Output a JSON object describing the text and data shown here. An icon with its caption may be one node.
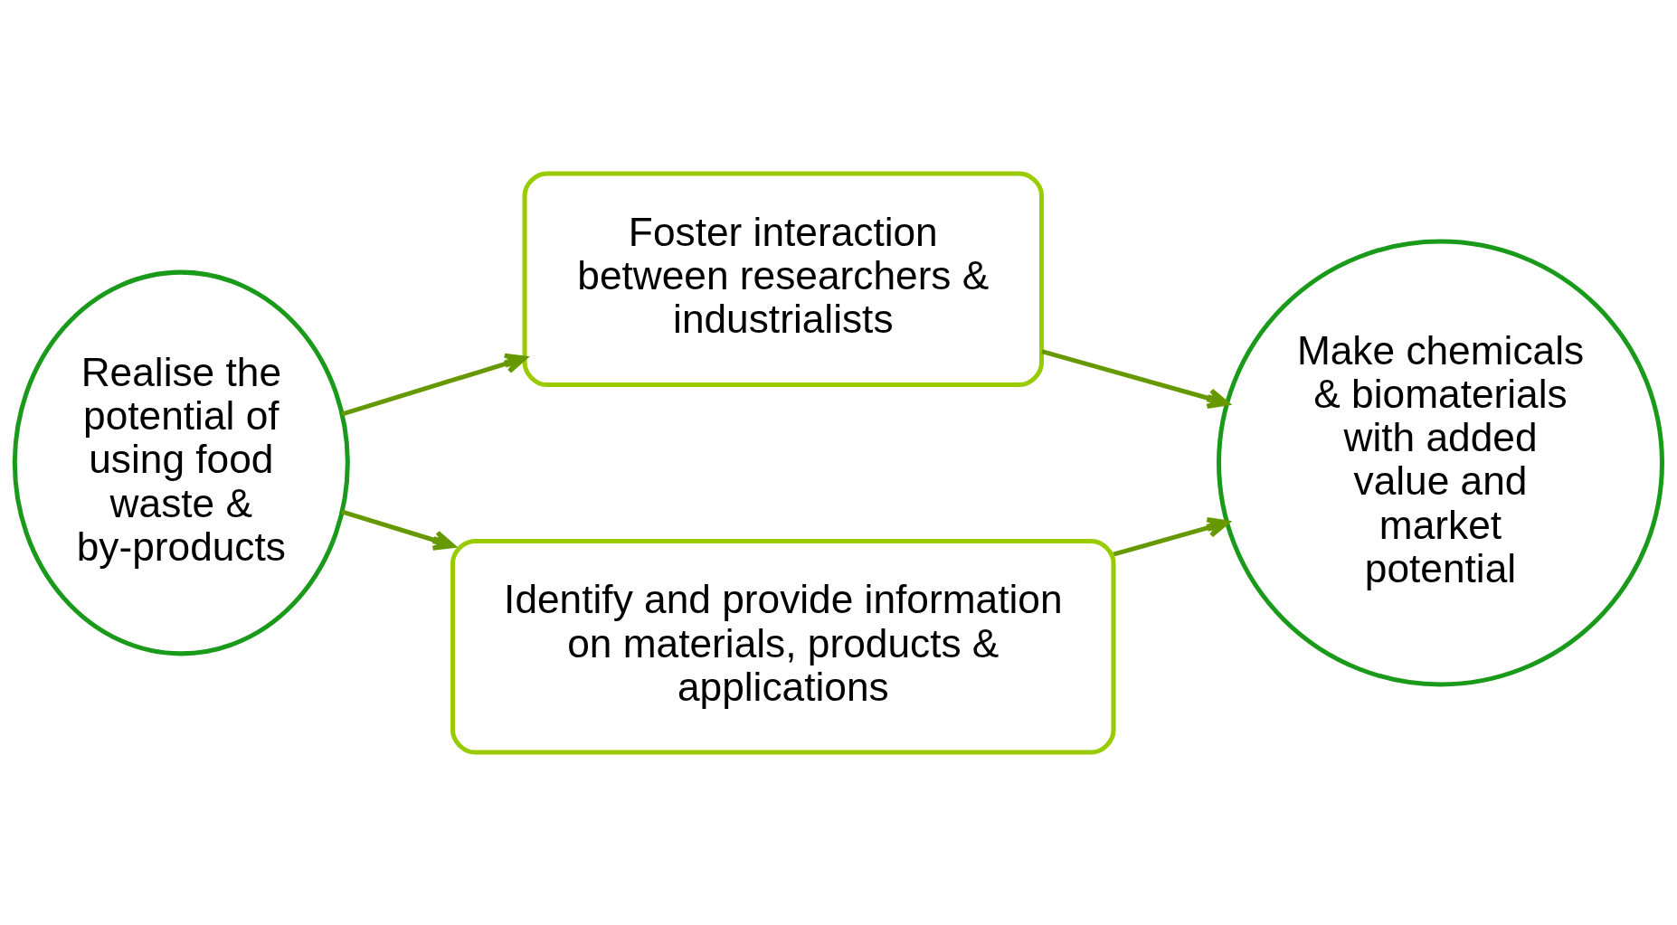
{
  "diagram": {
    "nodes": [
      {
        "text": [
          "Realise the potential of using food waste & by-products"
        ]
      },
      {
        "text": [
          "Foster interaction between researchers & industrialists"
        ]
      },
      {
        "text": [
          "Identify and provide information on materials, products & applications"
        ]
      },
      {
        "text": [
          "Make chemicals & biomaterials with added value and market potential"
        ]
      }
    ],
    "edges": [
      {
        "from": 0,
        "to": 1,
        "arrow": "to"
      },
      {
        "from": 0,
        "to": 2,
        "arrow": "to"
      },
      {
        "from": 1,
        "to": 3,
        "arrow": "to"
      },
      {
        "from": 2,
        "to": 3,
        "arrow": "to"
      }
    ]
  }
}
